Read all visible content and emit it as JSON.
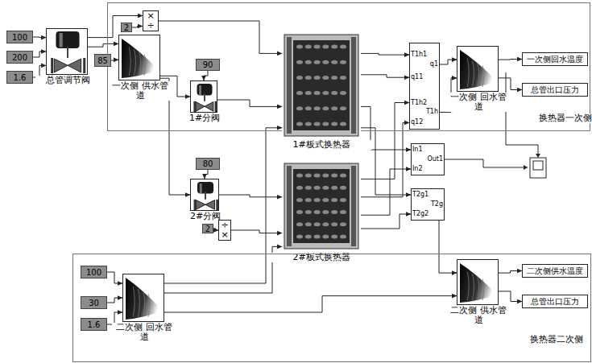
{
  "diagram": {
    "nodes": [
      {
        "text": [
          "100"
        ]
      },
      {
        "text": [
          "200"
        ]
      },
      {
        "text": [
          "1.6"
        ]
      },
      {
        "text": [
          "总管调节阀"
        ]
      },
      {
        "text": [
          "换热器一次侧"
        ]
      },
      {
        "text": [
          "2"
        ],
        "in": 4
      },
      {
        "text": [
          "×",
          "÷"
        ],
        "in": 4
      },
      {
        "text": [
          "85"
        ]
      },
      {
        "text": [
          "一次侧 供水管道"
        ],
        "in": 4
      },
      {
        "text": [
          "90"
        ],
        "in": 4
      },
      {
        "text": [
          "1#分阀"
        ],
        "in": 4
      },
      {
        "text": [
          "1#板式换热器"
        ]
      },
      {
        "text": [
          "T1h1",
          "q11",
          "T1h2",
          "q12",
          "q1",
          "T1h"
        ],
        "in": 4
      },
      {
        "text": [
          "一次侧 回水管道"
        ],
        "in": 4
      },
      {
        "text": [
          "一次侧回水温度"
        ],
        "in": 4
      },
      {
        "text": [
          "总管出口压力"
        ],
        "in": 4
      },
      {
        "text": [
          "80"
        ]
      },
      {
        "text": [
          "2#分阀"
        ]
      },
      {
        "text": [
          "2"
        ]
      },
      {
        "text": [
          "÷",
          "×"
        ]
      },
      {
        "text": [
          "2#板式换热器"
        ]
      },
      {
        "text": [
          "In1",
          "Out1",
          "In2"
        ]
      },
      {
        "text": [
          "T2g1",
          "T2g",
          "T2g2"
        ]
      },
      {
        "text": [
          "换热器二次侧"
        ]
      },
      {
        "text": [
          "100"
        ],
        "in": 23
      },
      {
        "text": [
          "30"
        ],
        "in": 23
      },
      {
        "text": [
          "1.6"
        ],
        "in": 23
      },
      {
        "text": [
          "二次侧 回水管道"
        ],
        "in": 23
      },
      {
        "text": [
          "二次侧 供水管道"
        ],
        "in": 23
      },
      {
        "text": [
          "二次侧供水温度"
        ],
        "in": 23
      },
      {
        "text": [
          "总管出口压力"
        ],
        "in": 23
      }
    ],
    "edges": [
      {
        "from": 0,
        "to": 3,
        "arrow": "to"
      },
      {
        "from": 1,
        "to": 3,
        "arrow": "to"
      },
      {
        "from": 2,
        "to": 3,
        "arrow": "to"
      },
      {
        "from": 3,
        "to": 8,
        "arrow": "to"
      },
      {
        "from": 3,
        "to": 6,
        "arrow": "to"
      },
      {
        "from": 5,
        "to": 6,
        "arrow": "to"
      },
      {
        "from": 7,
        "to": 8,
        "arrow": "to"
      },
      {
        "from": 8,
        "to": 10,
        "arrow": "to"
      },
      {
        "from": 8,
        "to": 17,
        "arrow": "to"
      },
      {
        "from": 9,
        "to": 10,
        "arrow": "to"
      },
      {
        "from": 16,
        "to": 17,
        "arrow": "to"
      },
      {
        "from": 10,
        "to": 11,
        "arrow": "to"
      },
      {
        "from": 6,
        "to": 11,
        "arrow": "to"
      },
      {
        "from": 17,
        "to": 20,
        "arrow": "to"
      },
      {
        "from": 18,
        "to": 19,
        "arrow": "to"
      },
      {
        "from": 19,
        "to": 20,
        "arrow": "to"
      },
      {
        "from": 11,
        "to": 12,
        "arrow": "to"
      },
      {
        "from": 11,
        "to": 12,
        "arrow": "to"
      },
      {
        "from": 20,
        "to": 12,
        "arrow": "to"
      },
      {
        "from": 20,
        "to": 12,
        "arrow": "to"
      },
      {
        "from": 12,
        "to": 13,
        "arrow": "to"
      },
      {
        "from": 12,
        "to": 13,
        "arrow": "to"
      },
      {
        "from": 13,
        "to": 14,
        "arrow": "to"
      },
      {
        "from": 13,
        "to": 15,
        "arrow": "to"
      },
      {
        "from": 11,
        "to": 21,
        "arrow": "to"
      },
      {
        "from": 20,
        "to": 21,
        "arrow": "to"
      },
      {
        "from": 11,
        "to": 22,
        "arrow": "to"
      },
      {
        "from": 20,
        "to": 22,
        "arrow": "to"
      },
      {
        "from": 22,
        "to": 28,
        "arrow": "to"
      },
      {
        "from": 24,
        "to": 27,
        "arrow": "to"
      },
      {
        "from": 25,
        "to": 27,
        "arrow": "to"
      },
      {
        "from": 26,
        "to": 27,
        "arrow": "to"
      },
      {
        "from": 27,
        "to": 11,
        "arrow": "to"
      },
      {
        "from": 27,
        "to": 20,
        "arrow": "to"
      },
      {
        "from": 27,
        "to": 28,
        "arrow": "to"
      },
      {
        "from": 28,
        "to": 29,
        "arrow": "to"
      },
      {
        "from": 28,
        "to": 30,
        "arrow": "to"
      }
    ]
  }
}
